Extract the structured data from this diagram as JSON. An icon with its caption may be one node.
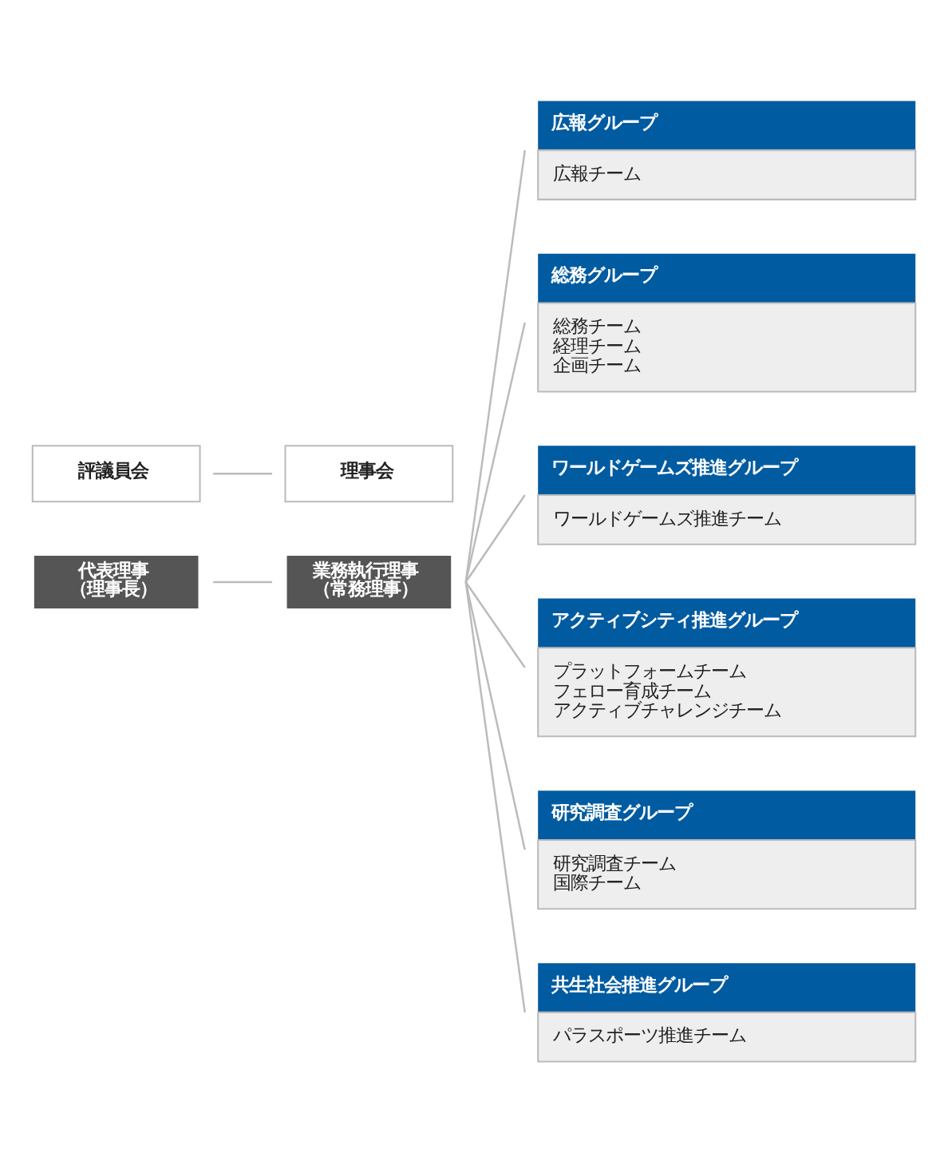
{
  "diagram": {
    "nodes": [
      {
        "text": [
          "評議員会"
        ]
      },
      {
        "text": [
          "理事会"
        ]
      },
      {
        "text": [
          "代表理事",
          "（理事長）"
        ]
      },
      {
        "text": [
          "業務執行理事",
          "（常務理事）"
        ]
      },
      {
        "text": [
          "広報グループ",
          "広報チーム"
        ]
      },
      {
        "text": [
          "総務グループ",
          "総務チーム",
          "経理チーム",
          "企画チーム"
        ]
      },
      {
        "text": [
          "ワールドゲームズ推進グループ",
          "ワールドゲームズ推進チーム"
        ]
      },
      {
        "text": [
          "アクティブシティ推進グループ",
          "プラットフォームチーム",
          "フェロー育成チーム",
          "アクティブチャレンジチーム"
        ]
      },
      {
        "text": [
          "研究調査グループ",
          "研究調査チーム",
          "国際チーム"
        ]
      },
      {
        "text": [
          "共生社会推進グループ",
          "パラスポーツ推進チーム"
        ]
      }
    ],
    "edges": [
      {
        "from": 0,
        "to": 1,
        "arrow": "none"
      },
      {
        "from": 2,
        "to": 3,
        "arrow": "none"
      },
      {
        "from": 3,
        "to": 4,
        "arrow": "none"
      },
      {
        "from": 3,
        "to": 5,
        "arrow": "none"
      },
      {
        "from": 3,
        "to": 6,
        "arrow": "none"
      },
      {
        "from": 3,
        "to": 7,
        "arrow": "none"
      },
      {
        "from": 3,
        "to": 8,
        "arrow": "none"
      },
      {
        "from": 3,
        "to": 9,
        "arrow": "none"
      }
    ]
  }
}
